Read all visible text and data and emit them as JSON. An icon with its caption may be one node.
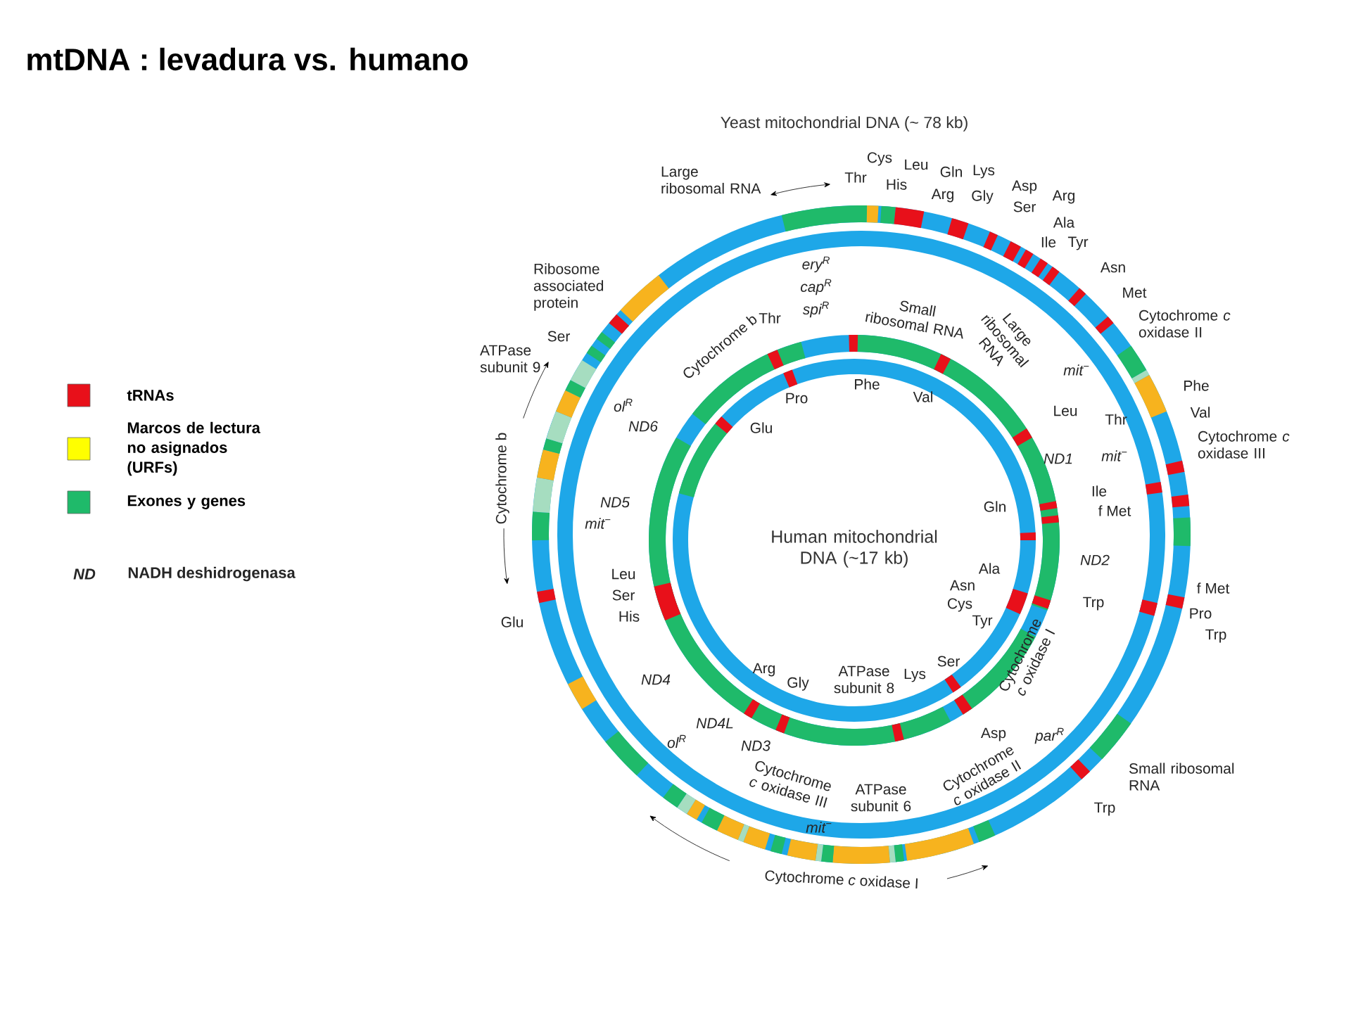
{
  "diagram": {
    "title": "mtDNA : levadura vs. humano",
    "nodes": [
      {
        "text": [
          "Yeast mitochondrial DNA (~ 78 kb)"
        ]
      },
      {
        "text": [
          "Human mitochondrial DNA (~17 kb)"
        ],
        "in": 0
      }
    ],
    "labels": [
      "Large ribosomal RNA",
      "Thr",
      "Cys",
      "His",
      "Leu",
      "Gln",
      "Arg",
      "Lys",
      "Gly",
      "Asp",
      "Ser",
      "Arg",
      "Ala",
      "Ile",
      "Tyr",
      "Asn",
      "Met",
      "Cytochrome *c* oxidase II",
      "mit$^{−}$",
      "Phe",
      "Thr",
      "Val",
      "Cytochrome *c* oxidase III",
      "mit$^{−}$",
      "f Met",
      "Pro",
      "Trp",
      "par$^{R}$",
      "Small ribosomal RNA",
      "Trp",
      "Cytochrome *c* oxidase II",
      "mit$^{−}$",
      "Cytochrome *c* oxidase I",
      "Cytochrome *c* oxidase III",
      "ATPase subunit 6",
      "ND3",
      "ND4L",
      "ol$^{R}$",
      "ND4",
      "Arg",
      "Gly",
      "ATPase subunit 8",
      "Lys",
      "Ser",
      "Asp",
      "Cytochrome *c* oxidase I",
      "Ala",
      "Asn",
      "Cys",
      "Tyr",
      "Trp",
      "ND2",
      "Gln",
      "Ile",
      "f Met",
      "ND1",
      "Leu",
      "Large ribosomal RNA",
      "Small ribosomal RNA",
      "Val",
      "Phe",
      "Pro",
      "Thr",
      "Cytochrome b",
      "ery$^{R}$",
      "cap$^{R}$",
      "spi$^{R}$",
      "Glu",
      "ND6",
      "ND5",
      "mit$^{−}$",
      "Leu",
      "Ser",
      "His",
      "Glu",
      "Cytochrome b",
      "ol$^{R}$",
      "ATPase subunit 9",
      "Ser",
      "Ribosome associated protein",
      "ND",
      "NADH deshidrogenasa"
    ],
    "legend": [
      {
        "text": "tRNAs",
        "color": "#e8101a"
      },
      {
        "text": "Marcos de lectura no asignados (URFs)",
        "color": "#ffff00"
      },
      {
        "text": "Exones y genes",
        "color": "#1fba6a"
      }
    ]
  }
}
